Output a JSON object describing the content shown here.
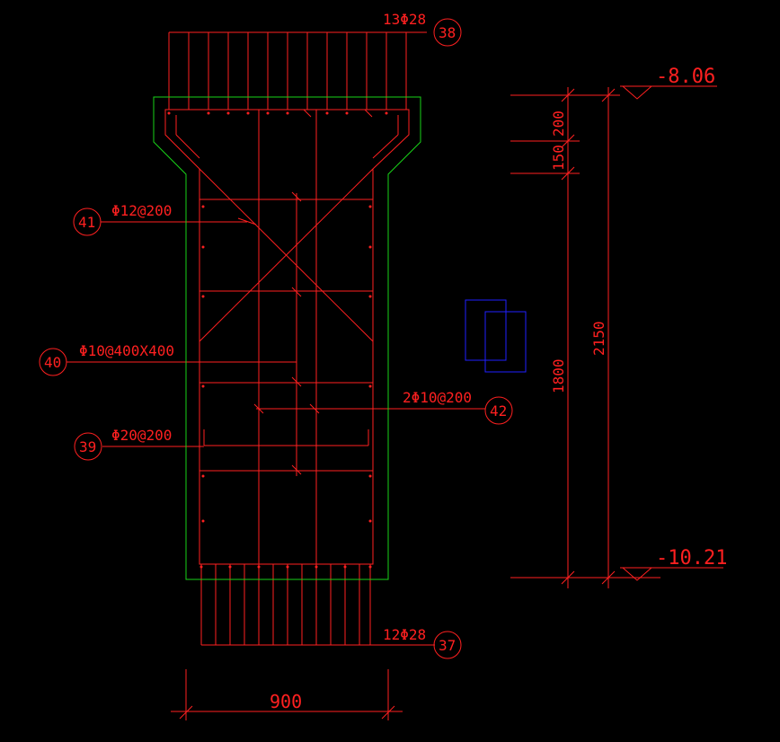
{
  "colors": {
    "background": "#000000",
    "rebar": "#ff2020",
    "outline": "#19d219",
    "detail": "#2020ff"
  },
  "labels": {
    "top_bars": "13Φ28",
    "bottom_bars": "12Φ28",
    "stirrup_41": "Φ12@200",
    "tie_40": "Φ10@400X400",
    "bar_39": "Φ20@200",
    "bar_42": "2Φ10@200",
    "width_dim": "900",
    "elev_top": "-8.06",
    "elev_bottom": "-10.21",
    "dim_200": "200",
    "dim_150": "150",
    "dim_1800": "1800",
    "dim_2150": "2150"
  },
  "markers": {
    "m38": "38",
    "m37": "37",
    "m41": "41",
    "m40": "40",
    "m39": "39",
    "m42": "42"
  }
}
